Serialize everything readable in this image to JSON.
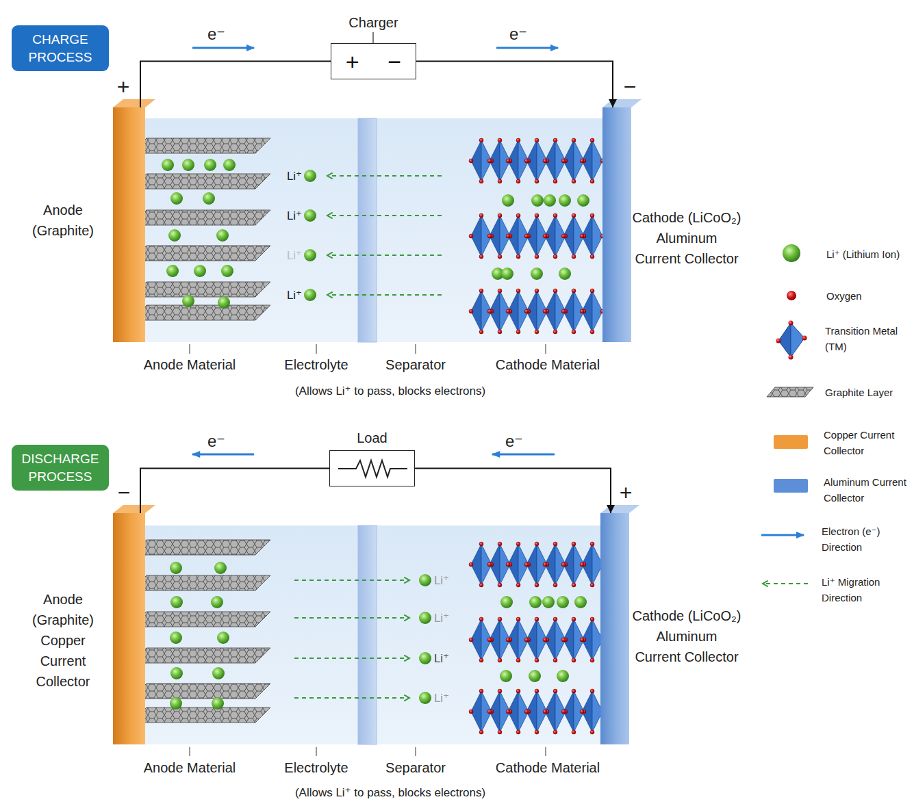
{
  "diagram": {
    "nodes": [
      {
        "text": [
          "CHARGE PROCESS"
        ]
      },
      {
        "text": [
          "Charger",
          "+",
          "−"
        ]
      },
      {
        "text": [
          "Anode (Graphite)"
        ]
      },
      {
        "text": [
          "Cathode (LiCoO₂) Aluminum Current Collector"
        ]
      },
      {
        "text": [
          "DISCHARGE PROCESS"
        ]
      },
      {
        "text": [
          "Load"
        ]
      },
      {
        "text": [
          "Anode (Graphite) Copper Current Collector"
        ]
      },
      {
        "text": [
          "Cathode (LiCoO₂) Aluminum Current Collector"
        ]
      }
    ],
    "edges": [
      {
        "from": 2,
        "to": 1,
        "arrow": "none"
      },
      {
        "from": 1,
        "to": 3,
        "arrow": "to"
      },
      {
        "from": 6,
        "to": 5,
        "arrow": "none"
      },
      {
        "from": 5,
        "to": 7,
        "arrow": "to"
      }
    ],
    "labels": [
      "e⁻",
      "e⁻",
      "+",
      "−",
      "Li⁺",
      "Li⁺",
      "Li⁺",
      "Li⁺",
      "Anode Material",
      "Electrolyte",
      "Separator",
      "Cathode Material",
      "(Allows Li⁺ to pass, blocks electrons)",
      "e⁻",
      "e⁻",
      "−",
      "+",
      "Li⁺",
      "Li⁺",
      "Li⁺",
      "Li⁺",
      "Anode Material",
      "Electrolyte",
      "Separator",
      "Cathode Material",
      "(Allows Li⁺ to pass, blocks electrons)"
    ],
    "legend": [
      {
        "text": "Li⁺ (Lithium Ion)"
      },
      {
        "text": "Oxygen"
      },
      {
        "text": "Transition Metal (TM)"
      },
      {
        "text": "Graphite Layer"
      },
      {
        "text": "Copper Current Collector",
        "color": "#ef9b3c"
      },
      {
        "text": "Aluminum Current Collector",
        "color": "#5d8fd8"
      },
      {
        "text": "Electron (e⁻) Direction"
      },
      {
        "text": "Li⁺ Migration Direction"
      }
    ]
  }
}
